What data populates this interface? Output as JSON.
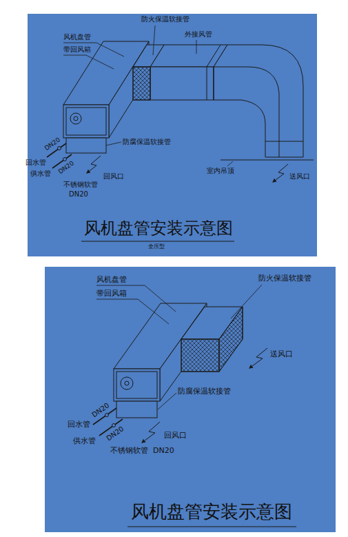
{
  "diagram": {
    "title": "风机盘管安装示意图",
    "caption": "风机盘管安装示意图",
    "labels": [
      "防火保温软接管",
      "风机盘管",
      "带回风箱",
      "外接风管",
      "防腐保温软接管",
      "回水管",
      "DN20",
      "DN20",
      "供水管",
      "不锈钢软管",
      "DN20",
      "回风口",
      "室内吊顶",
      "送风口",
      "全压型",
      "风机盘管",
      "带回风箱",
      "防火保温软接管",
      "送风口",
      "防腐保温软接管",
      "DN20",
      "DN20",
      "回水管",
      "供水管",
      "不锈钢软管",
      "DN20",
      "回风口"
    ]
  }
}
